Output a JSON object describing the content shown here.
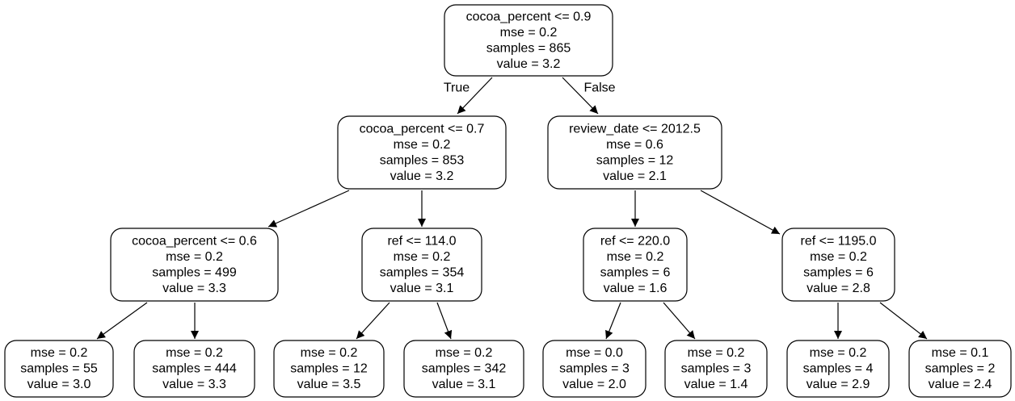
{
  "tree": {
    "nodes": [
      {
        "id": "n0",
        "lines": [
          "cocoa_percent <= 0.9",
          "mse = 0.2",
          "samples = 865",
          "value = 3.2"
        ]
      },
      {
        "id": "n1",
        "lines": [
          "cocoa_percent <= 0.7",
          "mse = 0.2",
          "samples = 853",
          "value = 3.2"
        ]
      },
      {
        "id": "n2",
        "lines": [
          "cocoa_percent <= 0.6",
          "mse = 0.2",
          "samples = 499",
          "value = 3.3"
        ]
      },
      {
        "id": "n3",
        "lines": [
          "mse = 0.2",
          "samples = 55",
          "value = 3.0"
        ]
      },
      {
        "id": "n4",
        "lines": [
          "mse = 0.2",
          "samples = 444",
          "value = 3.3"
        ]
      },
      {
        "id": "n5",
        "lines": [
          "ref <= 114.0",
          "mse = 0.2",
          "samples = 354",
          "value = 3.1"
        ]
      },
      {
        "id": "n6",
        "lines": [
          "mse = 0.2",
          "samples = 12",
          "value = 3.5"
        ]
      },
      {
        "id": "n7",
        "lines": [
          "mse = 0.2",
          "samples = 342",
          "value = 3.1"
        ]
      },
      {
        "id": "n8",
        "lines": [
          "review_date <= 2012.5",
          "mse = 0.6",
          "samples = 12",
          "value = 2.1"
        ]
      },
      {
        "id": "n9",
        "lines": [
          "ref <= 220.0",
          "mse = 0.2",
          "samples = 6",
          "value = 1.6"
        ]
      },
      {
        "id": "n10",
        "lines": [
          "mse = 0.0",
          "samples = 3",
          "value = 2.0"
        ]
      },
      {
        "id": "n11",
        "lines": [
          "mse = 0.2",
          "samples = 3",
          "value = 1.4"
        ]
      },
      {
        "id": "n12",
        "lines": [
          "ref <= 1195.0",
          "mse = 0.2",
          "samples = 6",
          "value = 2.8"
        ]
      },
      {
        "id": "n13",
        "lines": [
          "mse = 0.2",
          "samples = 4",
          "value = 2.9"
        ]
      },
      {
        "id": "n14",
        "lines": [
          "mse = 0.1",
          "samples = 2",
          "value = 2.4"
        ]
      }
    ],
    "edges": [
      {
        "from": "n0",
        "to": "n1",
        "label": "True"
      },
      {
        "from": "n0",
        "to": "n8",
        "label": "False"
      },
      {
        "from": "n1",
        "to": "n2",
        "label": ""
      },
      {
        "from": "n1",
        "to": "n5",
        "label": ""
      },
      {
        "from": "n2",
        "to": "n3",
        "label": ""
      },
      {
        "from": "n2",
        "to": "n4",
        "label": ""
      },
      {
        "from": "n5",
        "to": "n6",
        "label": ""
      },
      {
        "from": "n5",
        "to": "n7",
        "label": ""
      },
      {
        "from": "n8",
        "to": "n9",
        "label": ""
      },
      {
        "from": "n8",
        "to": "n12",
        "label": ""
      },
      {
        "from": "n9",
        "to": "n10",
        "label": ""
      },
      {
        "from": "n9",
        "to": "n11",
        "label": ""
      },
      {
        "from": "n12",
        "to": "n13",
        "label": ""
      },
      {
        "from": "n12",
        "to": "n14",
        "label": ""
      }
    ]
  }
}
